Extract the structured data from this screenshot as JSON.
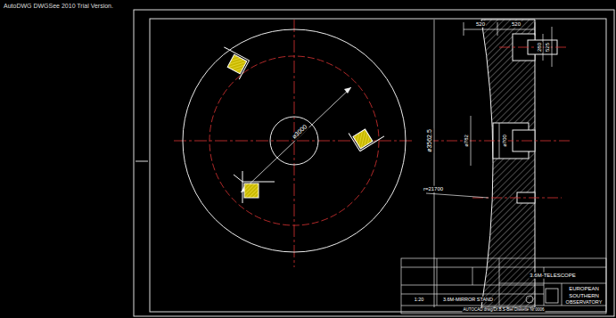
{
  "diagram": {
    "labels": [
      "AutoDWG DWGSee 2010 Trial Version.",
      "ø3000",
      "520",
      "520",
      "280",
      "525",
      "ø3562.5",
      "ø782",
      "ø700",
      "r=21700",
      "3.6M-TELESCOPE",
      "3.6M-MIRROR STAND",
      "1:20",
      "EUROPEAN",
      "SOUTHERN",
      "OBSERVATORY",
      "AUTOCAD drwg/Dr.B.S-Biel  Diskette Nr:0006"
    ]
  }
}
